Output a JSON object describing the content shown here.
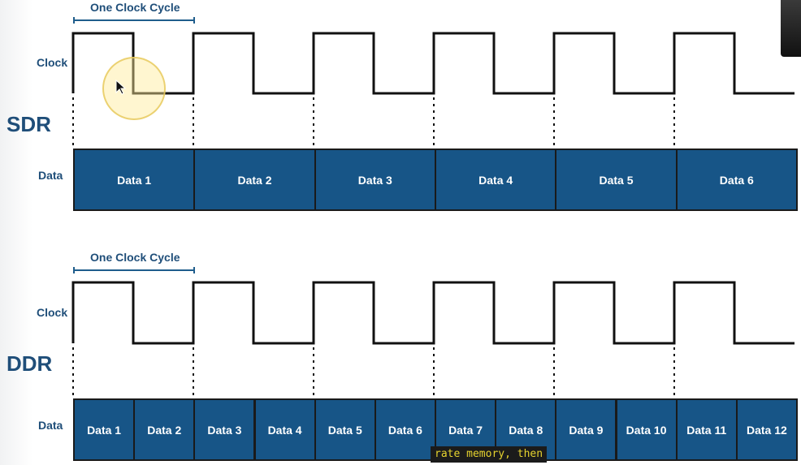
{
  "sdr": {
    "title": "SDR",
    "cycle_label": "One Clock Cycle",
    "clock_label": "Clock",
    "data_label": "Data",
    "cells": [
      "Data 1",
      "Data 2",
      "Data 3",
      "Data 4",
      "Data 5",
      "Data 6"
    ]
  },
  "ddr": {
    "title": "DDR",
    "cycle_label": "One Clock Cycle",
    "clock_label": "Clock",
    "data_label": "Data",
    "cells": [
      "Data 1",
      "Data 2",
      "Data 3",
      "Data 4",
      "Data 5",
      "Data 6",
      "Data 7",
      "Data 8",
      "Data 9",
      "Data 10",
      "Data 11",
      "Data 12"
    ]
  },
  "clock_cycles": 6,
  "subtitle": "rate memory, then",
  "colors": {
    "accent": "#1f4e79",
    "cell_fill": "#175587",
    "waveform": "#111111",
    "subtitle_text": "#e6d32f"
  }
}
